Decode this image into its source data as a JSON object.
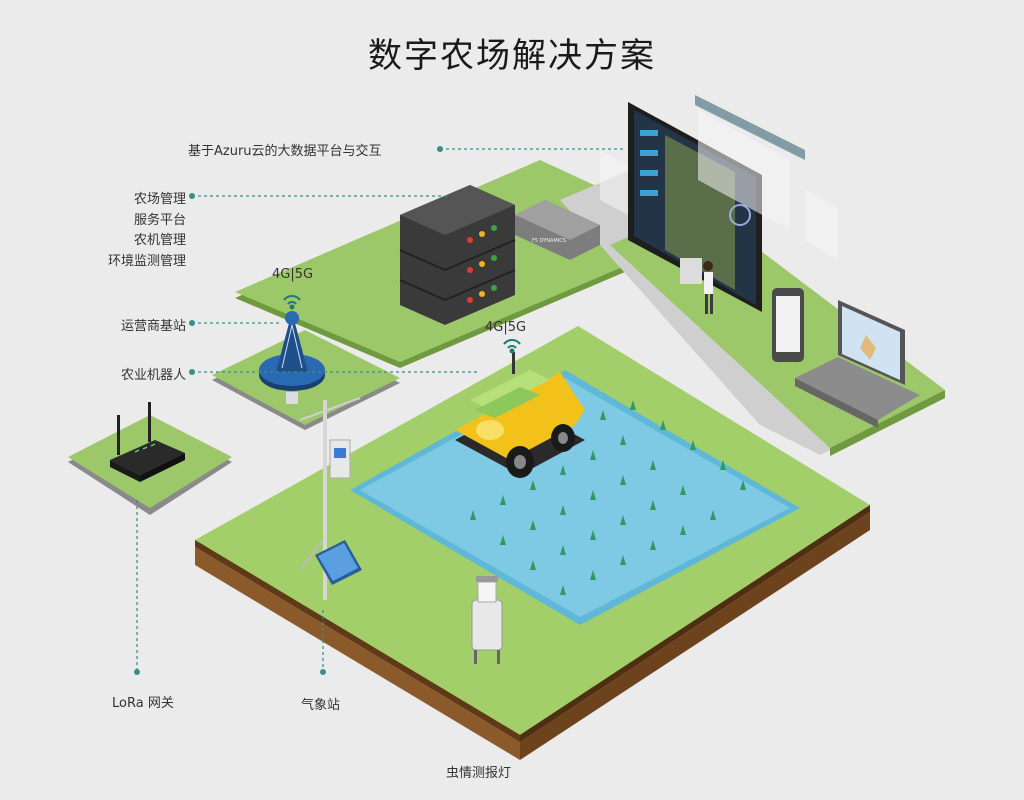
{
  "title": "数字农场解决方案",
  "labels": {
    "cloud_platform": "基于Azuru云的大数据平台与交互",
    "management": [
      "农场管理",
      "服务平台",
      "农机管理",
      "环境监测管理"
    ],
    "base_station": "运营商基站",
    "robot": "农业机器人",
    "lora_gateway": "LoRa 网关",
    "weather_station": "气象站",
    "insect_lamp": "虫情测报灯",
    "signal_tower": "4G|5G",
    "signal_robot": "4G|5G",
    "device_brand": "F5 DYNAMICS"
  },
  "colors": {
    "grass": "#9cc86a",
    "grass_dark": "#7fae4c",
    "soil": "#8a5a2b",
    "water": "#5fb8d8",
    "accent": "#3a8f8a",
    "tower": "#1f4f8a",
    "robot": "#f2c21b"
  },
  "icons": [
    "wifi-icon",
    "server-icon",
    "tower-icon",
    "router-icon",
    "robot-icon",
    "weather-station-icon",
    "insect-lamp-icon",
    "laptop-icon",
    "phone-icon",
    "dashboard-screen-icon"
  ]
}
